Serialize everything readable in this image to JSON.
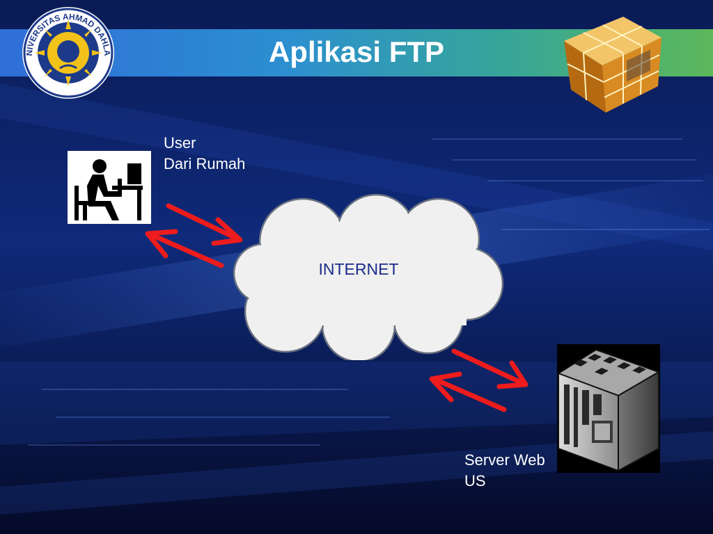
{
  "slide": {
    "title": "Aplikasi FTP"
  },
  "logo": {
    "text": "UNIVERSITAS AHMAD DAHLAN"
  },
  "user": {
    "label_line1": "User",
    "label_line2": "Dari Rumah"
  },
  "cloud": {
    "label": "INTERNET"
  },
  "server": {
    "label_line1": "Server Web",
    "label_line2": "US"
  },
  "colors": {
    "arrow": "#ee1c1c",
    "cloud_fill": "#f0f0f0",
    "cloud_text": "#1a2a8a",
    "title_text": "#ffffff"
  }
}
